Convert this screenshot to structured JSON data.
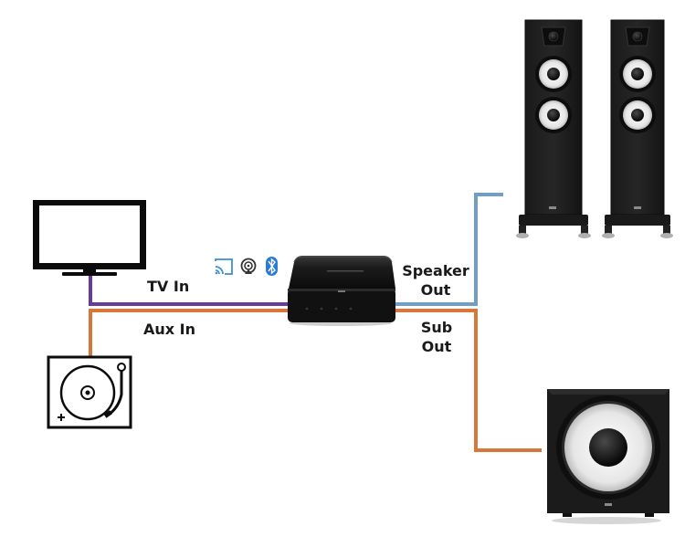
{
  "labels": {
    "tv_in": "TV In",
    "aux_in": "Aux In",
    "speaker_out_line1": "Speaker",
    "speaker_out_line2": "Out",
    "sub_out_line1": "Sub",
    "sub_out_line2": "Out"
  },
  "icons": [
    "cast-icon",
    "airplay-icon",
    "bluetooth-icon",
    "tv-icon",
    "turntable-icon",
    "streamer-device",
    "floor-speaker",
    "subwoofer"
  ],
  "colors": {
    "tv_cable": "#6a3a9a",
    "aux_cable": "#d9773a",
    "speaker_cable": "#6f9ec7",
    "sub_cable": "#d9773a",
    "cast_icon": "#3d8fd1",
    "bluetooth_icon": "#2a7bd6",
    "device_body": "#151515",
    "woofer_cone": "#ececec"
  }
}
